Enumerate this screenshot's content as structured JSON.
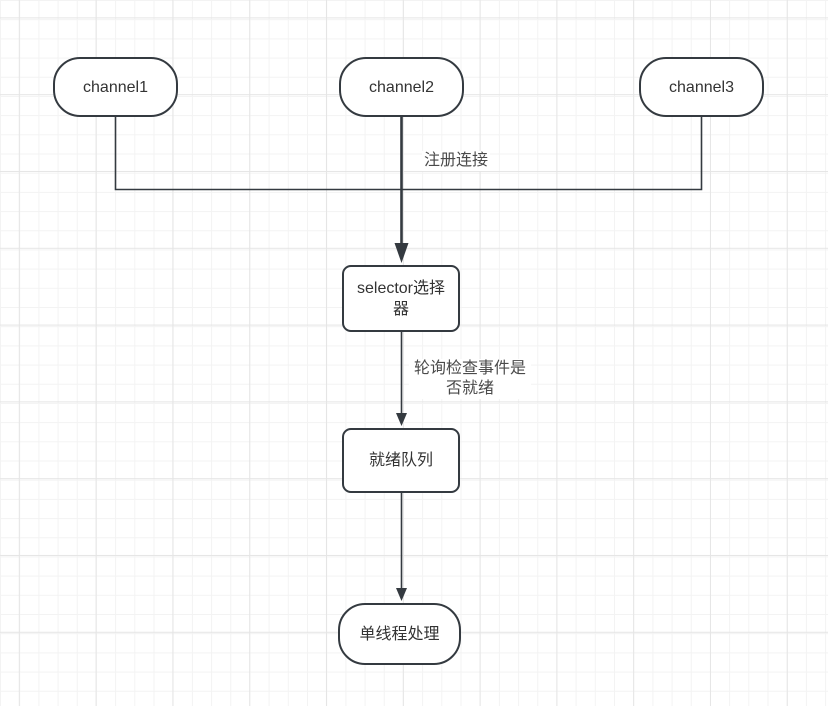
{
  "diagram": {
    "nodes": [
      {
        "id": "channel1",
        "label": "channel1",
        "shape": "stadium"
      },
      {
        "id": "channel2",
        "label": "channel2",
        "shape": "stadium"
      },
      {
        "id": "channel3",
        "label": "channel3",
        "shape": "stadium"
      },
      {
        "id": "selector",
        "label": "selector选择器",
        "shape": "rounded"
      },
      {
        "id": "ready-queue",
        "label": "就绪队列",
        "shape": "rounded"
      },
      {
        "id": "single-thread",
        "label": "单线程处理",
        "shape": "stadium"
      }
    ],
    "edges": [
      {
        "id": "channel1-to-junction",
        "from": "channel1",
        "to": "junction"
      },
      {
        "id": "channel3-to-junction",
        "from": "channel3",
        "to": "junction"
      },
      {
        "id": "channel2-to-selector",
        "from": "channel2",
        "to": "selector",
        "label": "注册连接"
      },
      {
        "id": "selector-to-ready-queue",
        "from": "selector",
        "to": "ready-queue",
        "label": "轮询检查事件是否就绪"
      },
      {
        "id": "ready-queue-to-single-thread",
        "from": "ready-queue",
        "to": "single-thread"
      }
    ],
    "edge_labels": [
      {
        "id": "register",
        "text": "注册连接"
      },
      {
        "id": "poll",
        "text": "轮询检查事件是否就绪"
      }
    ],
    "colors": {
      "stroke": "#343a40",
      "text": "#333333",
      "node_fill": "#ffffff",
      "canvas": "#ffffff",
      "grid_minor": "#f3f3f3",
      "grid_major": "#e5e5e5"
    }
  }
}
